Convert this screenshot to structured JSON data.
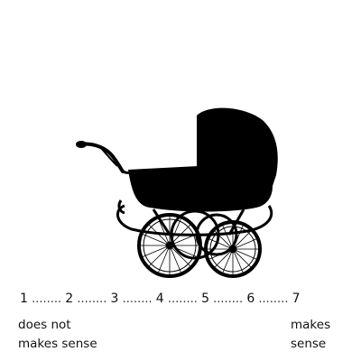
{
  "stimulus": {
    "icon": "baby-carriage-silhouette-icon",
    "color": "#000000"
  },
  "scale": {
    "points": [
      "1",
      "2",
      "3",
      "4",
      "5",
      "6",
      "7"
    ],
    "separator": "........"
  },
  "anchors": {
    "low_line1": "does not",
    "low_line2": "makes sense",
    "high_line1": "makes",
    "high_line2": "sense"
  }
}
